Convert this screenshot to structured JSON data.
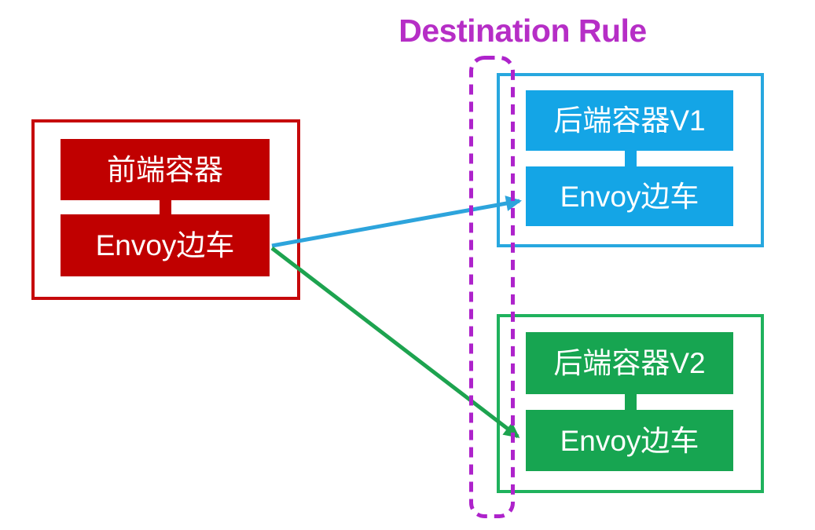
{
  "title": {
    "text": "Destination Rule"
  },
  "colors": {
    "title_magenta": "#B62EC6",
    "magenta_dash": "#AE23CB",
    "red_fill": "#C00000",
    "red_border": "#C6090B",
    "blue_fill": "#14A5E6",
    "blue_border": "#27A7DF",
    "green_fill": "#17A551",
    "green_border": "#1FB25D",
    "arrow_blue": "#2DA4DC",
    "arrow_green": "#1DA34F",
    "node_text": "#FFFFFF"
  },
  "groups": {
    "frontend": {
      "container_label": "前端容器",
      "sidecar_label": "Envoy边车"
    },
    "backend_v1": {
      "container_label": "后端容器V1",
      "sidecar_label": "Envoy边车"
    },
    "backend_v2": {
      "container_label": "后端容器V2",
      "sidecar_label": "Envoy边车"
    }
  },
  "arrows": [
    {
      "name": "frontend-envoy-to-backend-v1-envoy",
      "color": "#2DA4DC"
    },
    {
      "name": "frontend-envoy-to-backend-v2-envoy",
      "color": "#1DA34F"
    }
  ]
}
